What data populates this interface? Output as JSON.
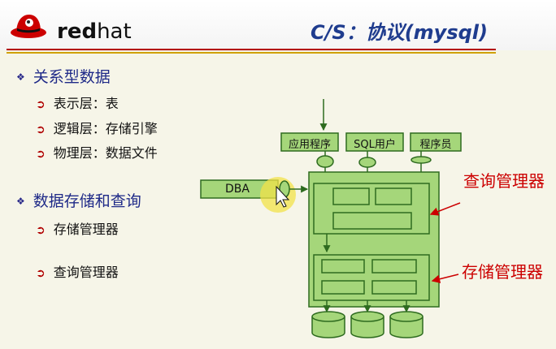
{
  "header": {
    "brand_prefix": "red",
    "brand_suffix": "hat",
    "title": "C/S：协议(mysql)"
  },
  "bullets": {
    "section1": "关系型数据",
    "items1": [
      "表示层：表",
      "逻辑层：存储引擎",
      "物理层：数据文件"
    ],
    "section2": "数据存储和查询",
    "items2": [
      "存储管理器",
      "查询管理器"
    ]
  },
  "diagram": {
    "clients": [
      "应用程序",
      "SQL用户",
      "程序员"
    ],
    "dba_label": "DBA",
    "note_query": "查询管理器",
    "note_storage": "存储管理器"
  },
  "colors": {
    "box_fill": "#a5d67a",
    "box_stroke": "#2e6b1f",
    "title_blue": "#1f3c8e",
    "note_red": "#cc0000"
  }
}
